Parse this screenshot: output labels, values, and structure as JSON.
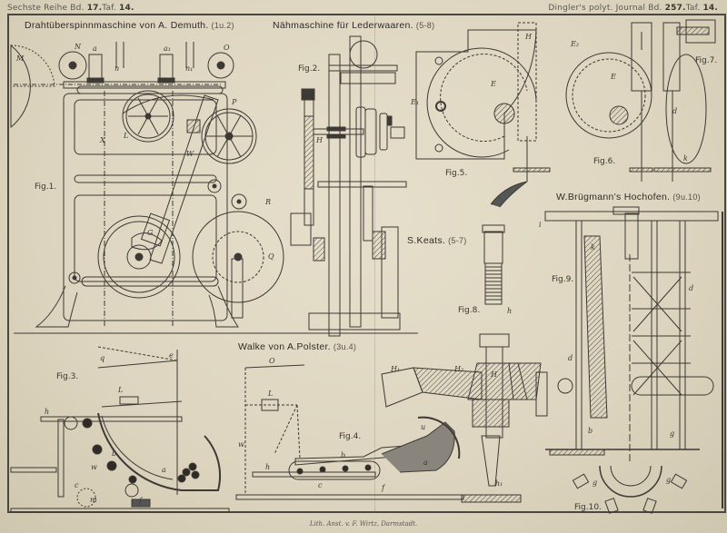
{
  "header": {
    "left_prefix": "Sechste Reihe Bd.",
    "left_vol": "17.",
    "left_taf_prefix": "Taf.",
    "left_taf": "14.",
    "right_prefix": "Dingler's polyt. Journal Bd.",
    "right_vol": "257.",
    "right_taf_prefix": "Taf.",
    "right_taf": "14."
  },
  "sections": {
    "demuth": {
      "title": "Drahtüberspinnmaschine von A. Demuth.",
      "range": "(1u.2)"
    },
    "naehmaschine": {
      "title": "Nähmaschine für Lederwaaren.",
      "range": "(5-8)"
    },
    "keats": {
      "title": "S.Keats.",
      "range": "(5-7)"
    },
    "bruegmann": {
      "title": "W.Brügmann's Hochofen.",
      "range": "(9u.10)"
    },
    "walke": {
      "title": "Walke von A.Polster.",
      "range": "(3u.4)"
    }
  },
  "figures": {
    "fig1": "Fig.1.",
    "fig2": "Fig.2.",
    "fig3": "Fig.3.",
    "fig4": "Fig.4.",
    "fig5": "Fig.5.",
    "fig6": "Fig.6.",
    "fig7": "Fig.7.",
    "fig8": "Fig.8.",
    "fig9": "Fig.9.",
    "fig10": "Fig.10."
  },
  "labels": {
    "M": "M",
    "N": "N",
    "O": "O",
    "a": "a",
    "a1": "a₁",
    "n": "n",
    "n1": "n₁",
    "L": "L",
    "X": "X",
    "P": "P",
    "W": "W",
    "G": "G",
    "Q": "Q",
    "R": "R",
    "H": "H",
    "E": "E",
    "E1": "E₁",
    "E2": "E₂",
    "d": "d",
    "k": "k",
    "h": "h",
    "h1": "h₁",
    "H1": "H₁",
    "H2": "H₂",
    "b": "b",
    "c": "c",
    "f": "f",
    "g": "g",
    "e": "e",
    "q": "q",
    "w": "w",
    "m": "m",
    "u": "u",
    "i": "i"
  },
  "footer": "Lith. Anst. v. F. Wirtz, Darmstadt."
}
